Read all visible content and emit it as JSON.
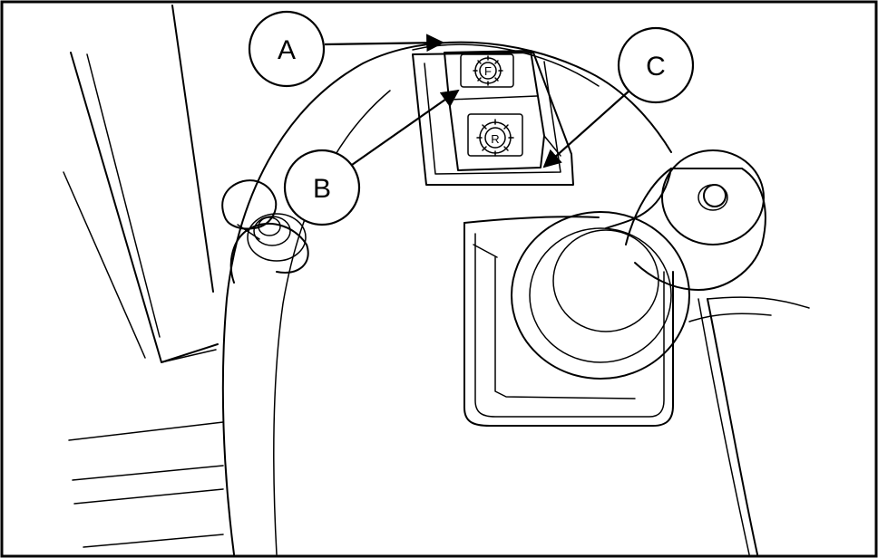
{
  "callouts": {
    "a": "A",
    "b": "B",
    "c": "C"
  },
  "switch_symbols": {
    "forward": "F",
    "reverse": "R"
  },
  "icons": [
    "forward-gear-icon",
    "reverse-gear-icon"
  ]
}
